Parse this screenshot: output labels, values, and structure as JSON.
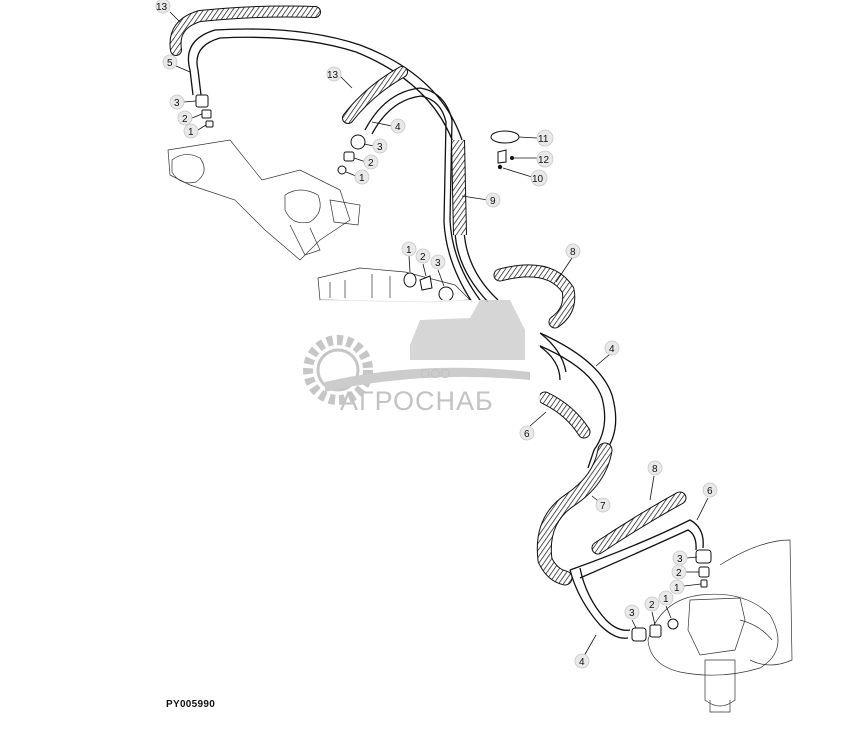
{
  "diagram": {
    "drawing_id": "PY005990",
    "watermark": {
      "prefix": "ООО",
      "brand": "АГРОСНАБ"
    },
    "callouts": [
      {
        "id": "c13a",
        "label": "13"
      },
      {
        "id": "c5a",
        "label": "5"
      },
      {
        "id": "c3a",
        "label": "3"
      },
      {
        "id": "c2a",
        "label": "2"
      },
      {
        "id": "c1a",
        "label": "1"
      },
      {
        "id": "c13b",
        "label": "13"
      },
      {
        "id": "c4a",
        "label": "4"
      },
      {
        "id": "c3b",
        "label": "3"
      },
      {
        "id": "c2b",
        "label": "2"
      },
      {
        "id": "c1b",
        "label": "1"
      },
      {
        "id": "c11",
        "label": "11"
      },
      {
        "id": "c12",
        "label": "12"
      },
      {
        "id": "c10",
        "label": "10"
      },
      {
        "id": "c9",
        "label": "9"
      },
      {
        "id": "c1c",
        "label": "1"
      },
      {
        "id": "c2c",
        "label": "2"
      },
      {
        "id": "c3c",
        "label": "3"
      },
      {
        "id": "c8a",
        "label": "8"
      },
      {
        "id": "c4b",
        "label": "4"
      },
      {
        "id": "c6a",
        "label": "6"
      },
      {
        "id": "c7",
        "label": "7"
      },
      {
        "id": "c8b",
        "label": "8"
      },
      {
        "id": "c6b",
        "label": "6"
      },
      {
        "id": "c3d",
        "label": "3"
      },
      {
        "id": "c2d",
        "label": "2"
      },
      {
        "id": "c1d",
        "label": "1"
      },
      {
        "id": "c3e",
        "label": "3"
      },
      {
        "id": "c2e",
        "label": "2"
      },
      {
        "id": "c1e",
        "label": "1"
      },
      {
        "id": "c4c",
        "label": "4"
      }
    ]
  }
}
